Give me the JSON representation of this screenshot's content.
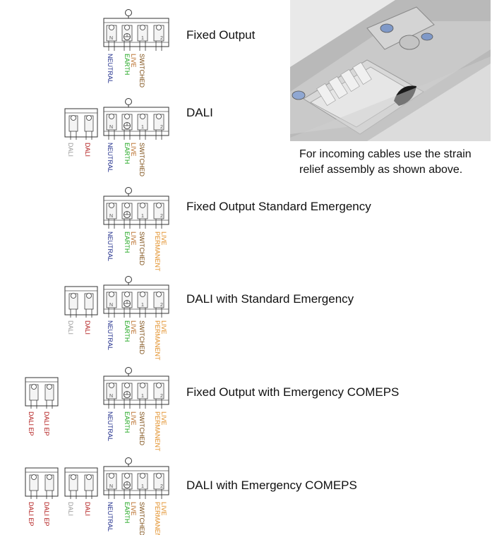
{
  "sections": [
    {
      "title": "Fixed Output",
      "kind": "fixed",
      "extras": 0,
      "permanent": false
    },
    {
      "title": "DALI",
      "kind": "dali",
      "extras": 1,
      "permanent": false
    },
    {
      "title": "Fixed Output Standard Emergency",
      "kind": "fixed",
      "extras": 0,
      "permanent": true
    },
    {
      "title": "DALI with Standard Emergency",
      "kind": "dali",
      "extras": 1,
      "permanent": true
    },
    {
      "title": "Fixed Output with Emergency COMEPS",
      "kind": "fixed",
      "extras": 0,
      "permanent": true,
      "ep": true
    },
    {
      "title": "DALI with Emergency COMEPS",
      "kind": "dali",
      "extras": 1,
      "permanent": true,
      "ep": true
    }
  ],
  "wires": {
    "neutral": "NEUTRAL",
    "earth": "EARTH",
    "live": "LIVE",
    "switched": "SWITCHED",
    "permanent": "PERMANENT",
    "dali": "DALI",
    "dali_ep": "DALI EP",
    "terminal_1": "1",
    "terminal_2": "2",
    "terminal_n": "N"
  },
  "colors": {
    "neutral": "#1f2c8a",
    "earth": "#1ea51e",
    "live": "#b5651d",
    "switched": "#7a4a10",
    "permanent": "#e08a1e",
    "dali_grey": "#9a9a9a",
    "dali_red": "#b01818"
  },
  "caption": "For incoming cables use the strain relief assembly as shown above.",
  "photo": {
    "name": "strain-relief-assembly-photo"
  }
}
